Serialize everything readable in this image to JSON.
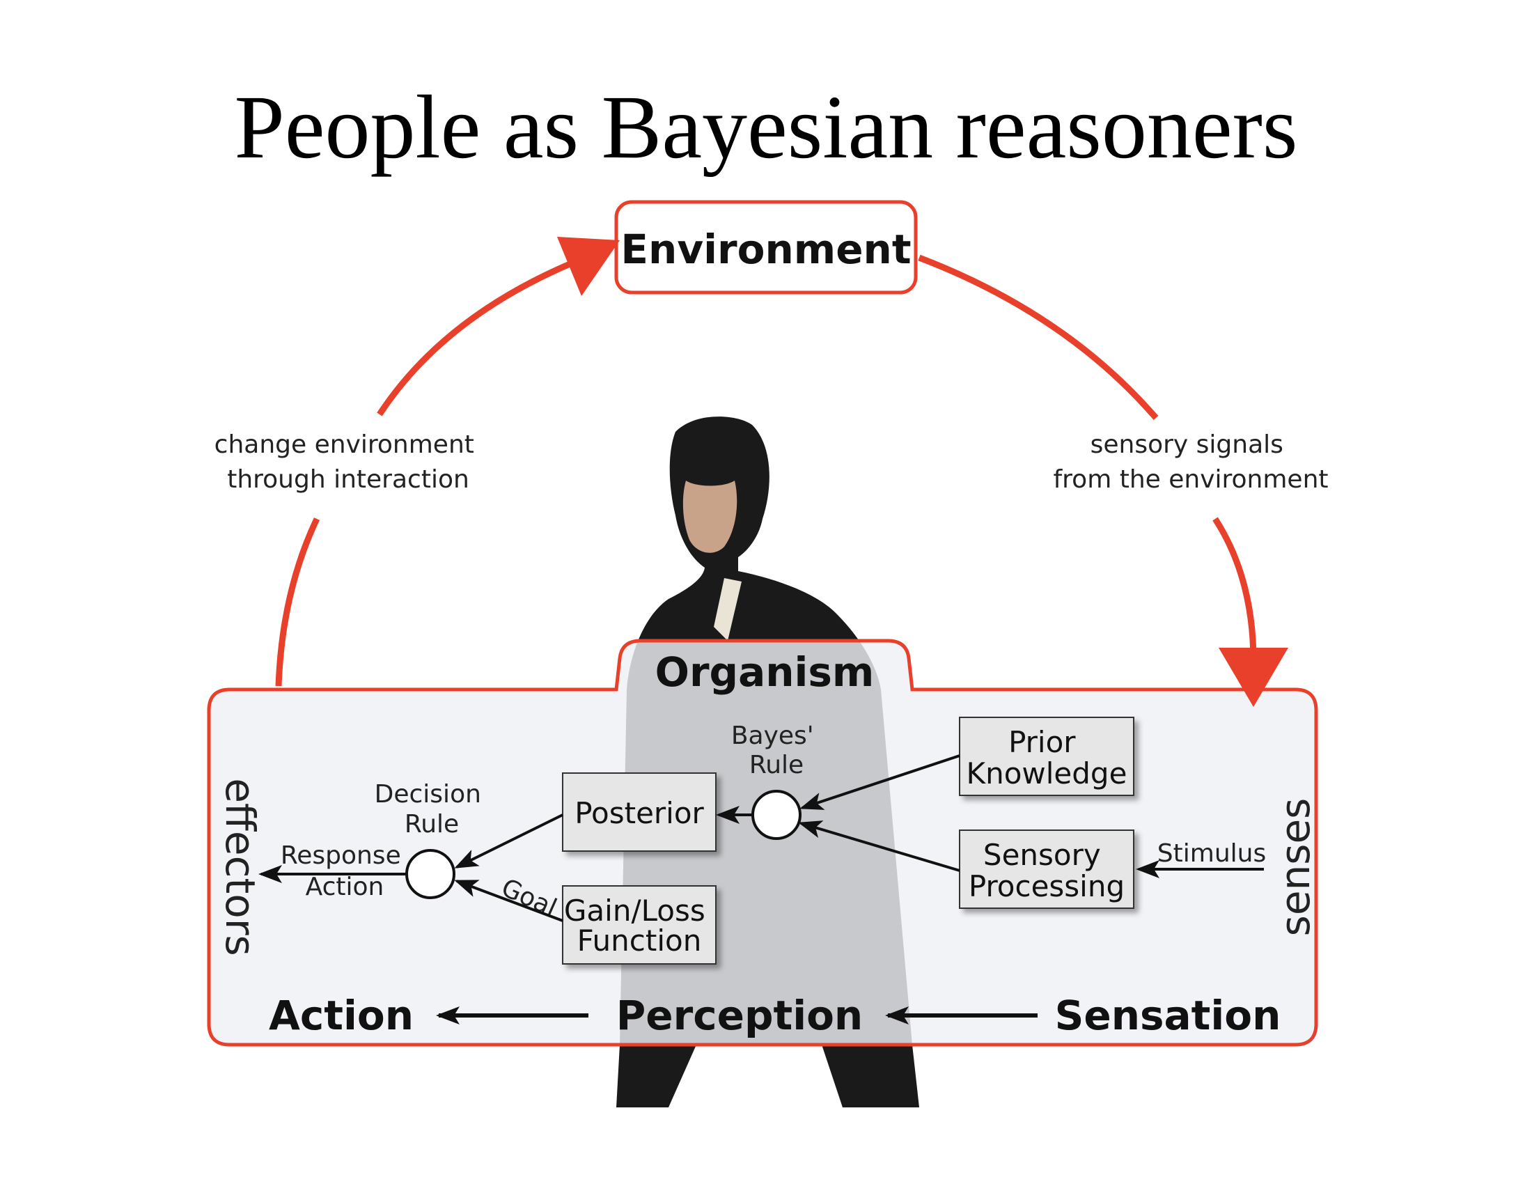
{
  "title": "People as Bayesian reasoners",
  "diagram": {
    "environment": "Environment",
    "organism": "Organism",
    "left_arc_label": [
      "change environment",
      "through interaction"
    ],
    "right_arc_label": [
      "sensory signals",
      "from the environment"
    ],
    "effectors": "effectors",
    "senses": "senses",
    "prior": [
      "Prior",
      "Knowledge"
    ],
    "sensory_processing": [
      "Sensory",
      "Processing"
    ],
    "stimulus": "Stimulus",
    "bayes_rule": [
      "Bayes'",
      "Rule"
    ],
    "posterior": "Posterior",
    "decision_rule": [
      "Decision",
      "Rule"
    ],
    "gain_loss": [
      "Gain/Loss",
      "Function"
    ],
    "goal": "Goal",
    "response_action": [
      "Response",
      "Action"
    ],
    "stages": {
      "action": "Action",
      "perception": "Perception",
      "sensation": "Sensation"
    },
    "colors": {
      "accent": "#e8402a",
      "box_fill": "#e6e6e6",
      "figure": "#1a1a1a"
    }
  }
}
